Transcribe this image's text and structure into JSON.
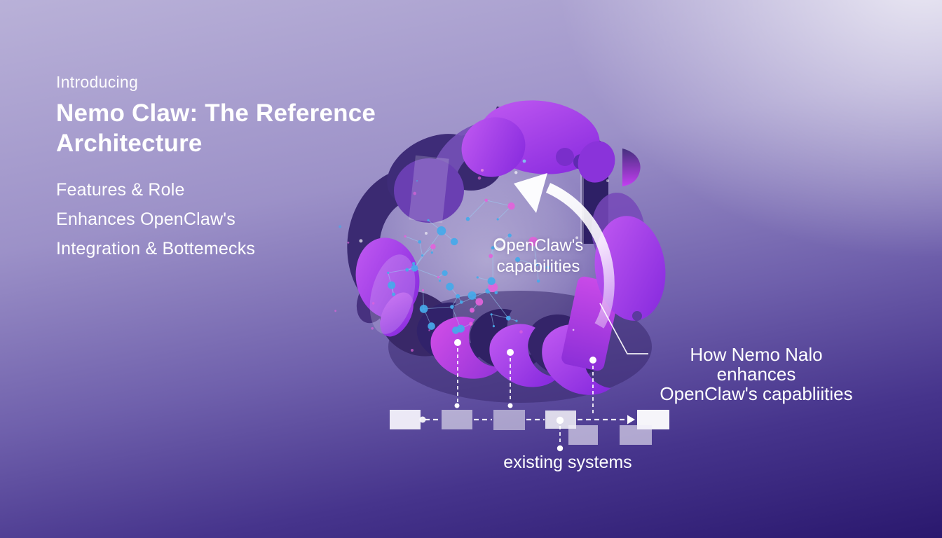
{
  "slide": {
    "kicker": "Introducing",
    "title": [
      "Nemo Claw: The Reference",
      "Architecture"
    ],
    "bullets": [
      "Features & Role",
      "Enhances OpenClaw's",
      "Integration & Bottemecks"
    ],
    "diagram": {
      "center_label": [
        "OpenClaw's",
        "capabilities"
      ],
      "annotation": [
        "How Nemo Nalo enhances",
        "OpenClaw's capabliities"
      ],
      "footer_label": "existing systems"
    },
    "icons": {
      "cycle_arrow": "white curved arrow sweeping counterclockwise",
      "network_graph": "blue and pink node graph",
      "connector": "white dashed lines with dot endpoints",
      "system_blocks": "row of translucent rectangles"
    },
    "colors": {
      "background_top_right": "#f2f1f8",
      "background_top_left": "#b6afd7",
      "background_bottom_left": "#2a186e",
      "background_bottom_right": "#3a2d80",
      "blob_bright_purple": "#a640ea",
      "blob_magenta": "#c94ae8",
      "blob_dark_indigo": "#36256c",
      "network_blue": "#45a9ea",
      "network_pink": "#e263da",
      "accent_dot_purple": "#5b3a9e",
      "text": "#ffffff"
    }
  }
}
